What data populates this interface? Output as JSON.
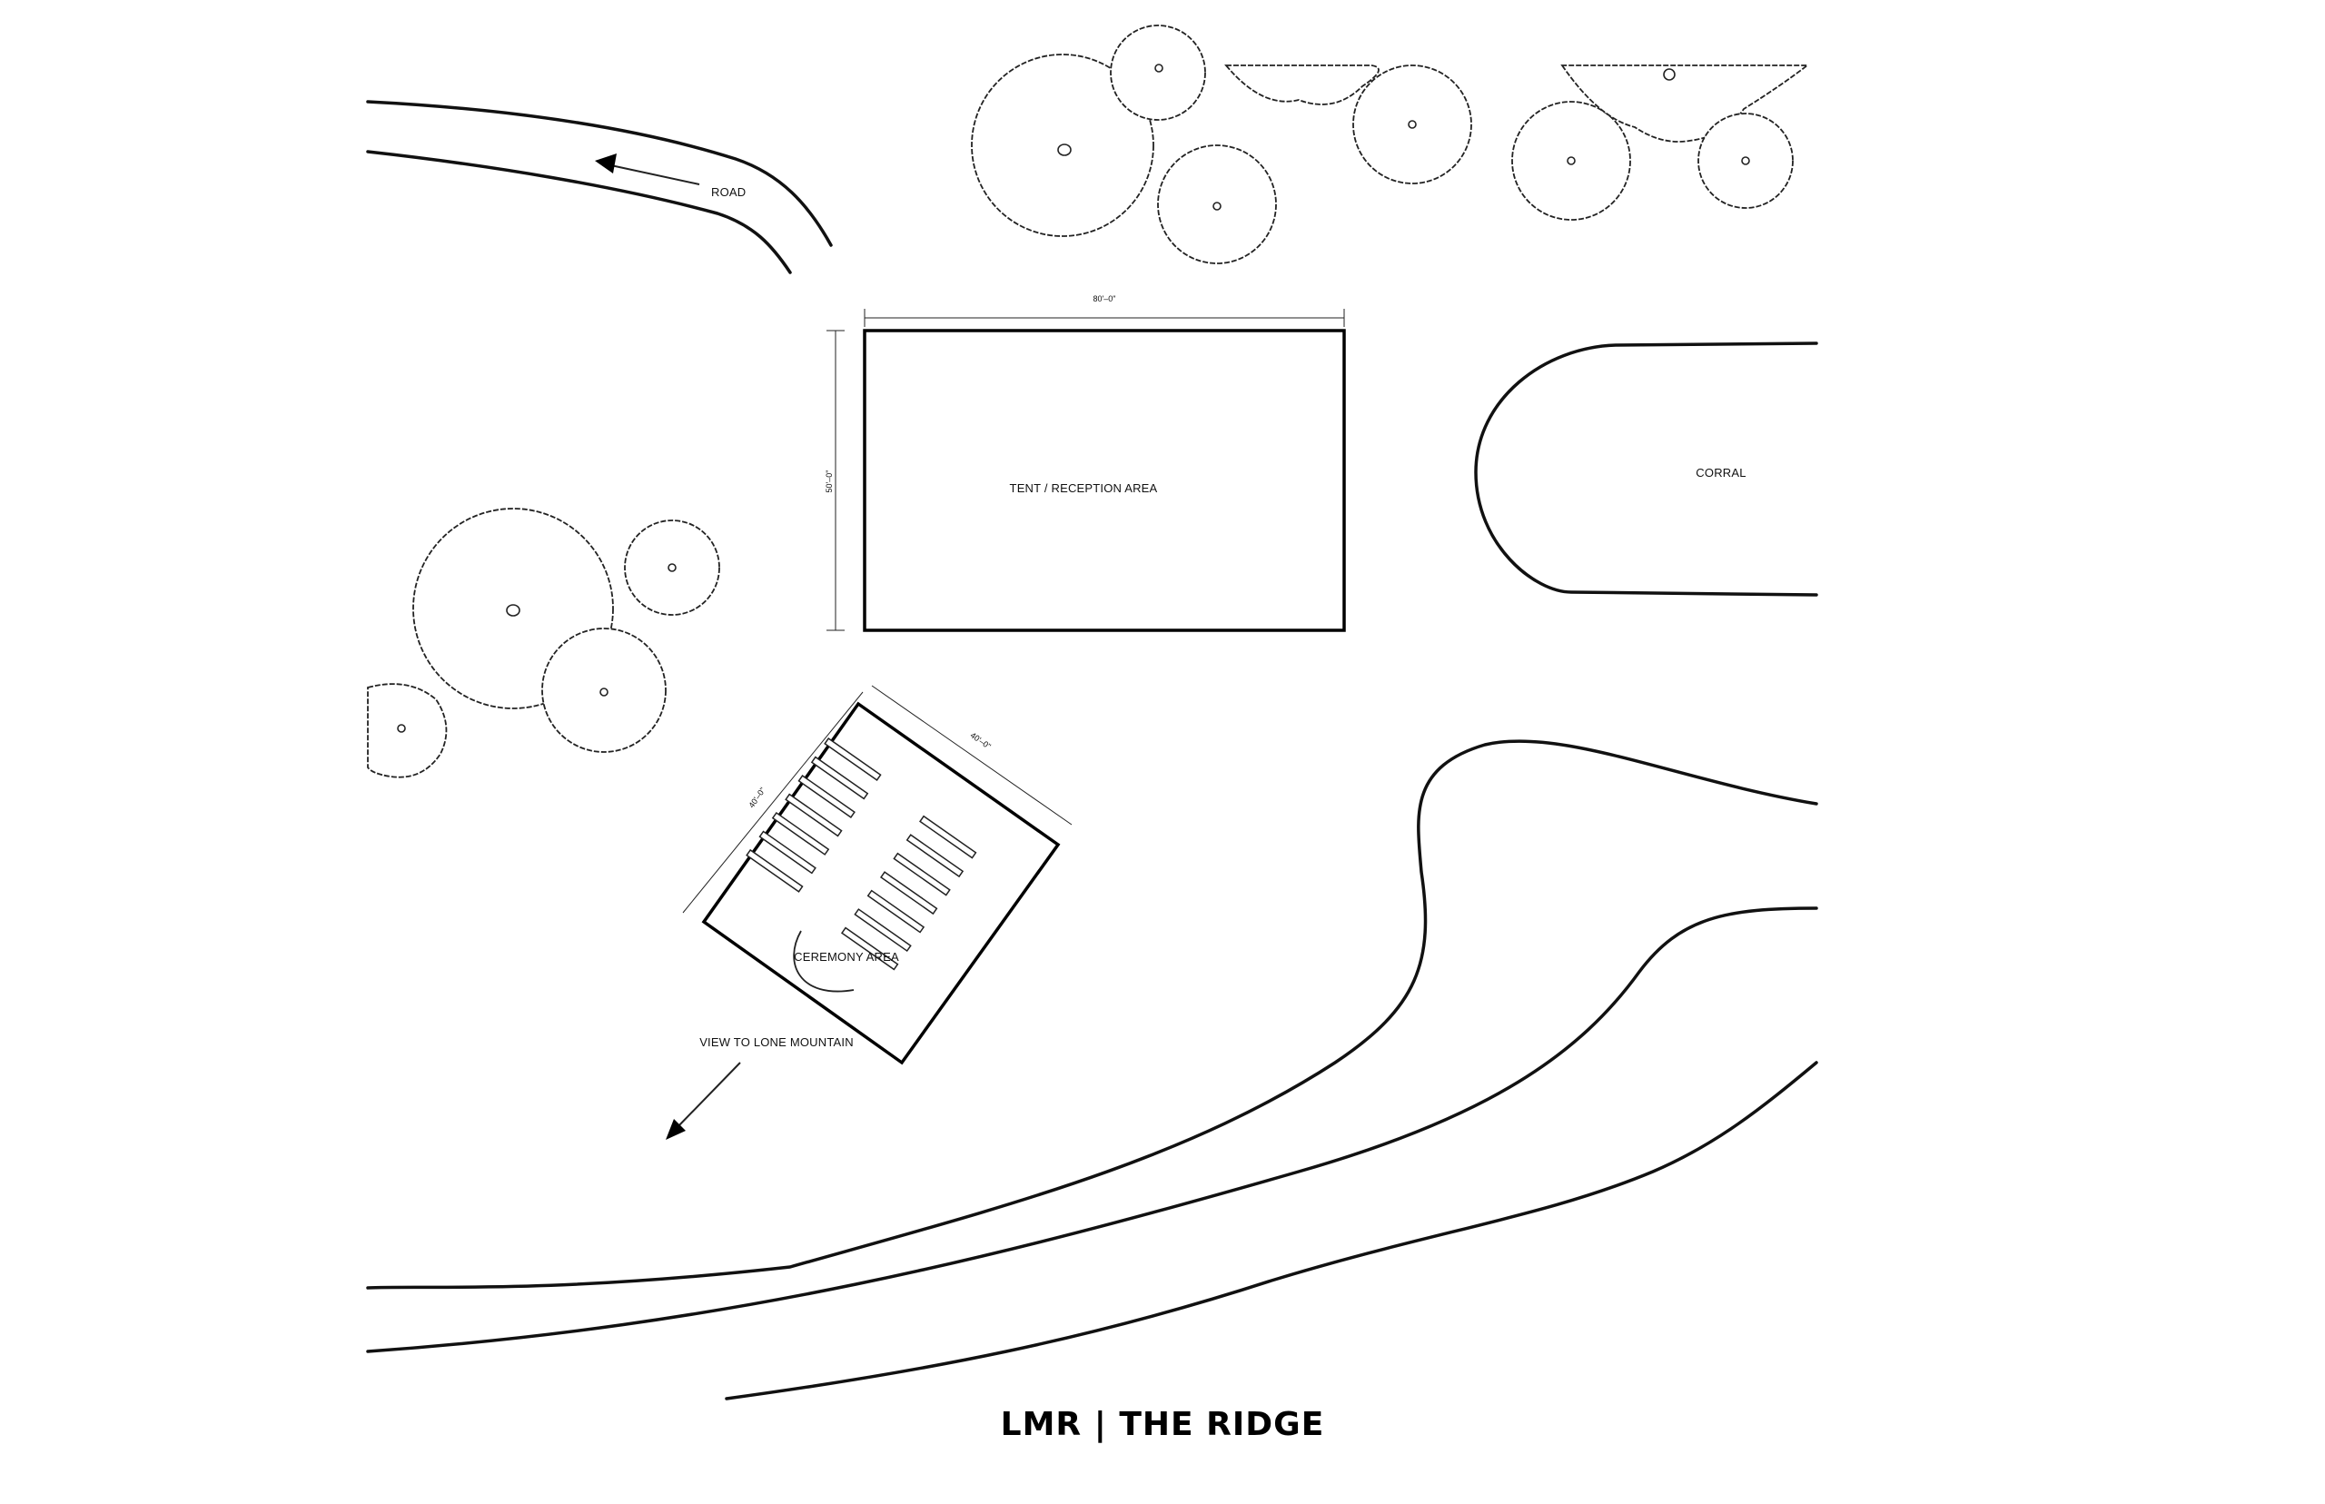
{
  "title": "LMR | THE RIDGE",
  "labels": {
    "road": "ROAD",
    "tent": "TENT / RECEPTION  AREA",
    "corral": "CORRAL",
    "ceremony": "CEREMONY  AREA",
    "view": "VIEW TO LONE MOUNTAIN"
  },
  "dimensions": {
    "tent_width": "80'–0\"",
    "tent_depth": "50'–0\"",
    "ceremony_width": "40'–0\"",
    "ceremony_depth": "40'–0\""
  },
  "icons": {
    "road_arrow": "arrow-left-icon",
    "view_arrow": "arrow-down-left-icon",
    "trees": "tree-icon"
  }
}
